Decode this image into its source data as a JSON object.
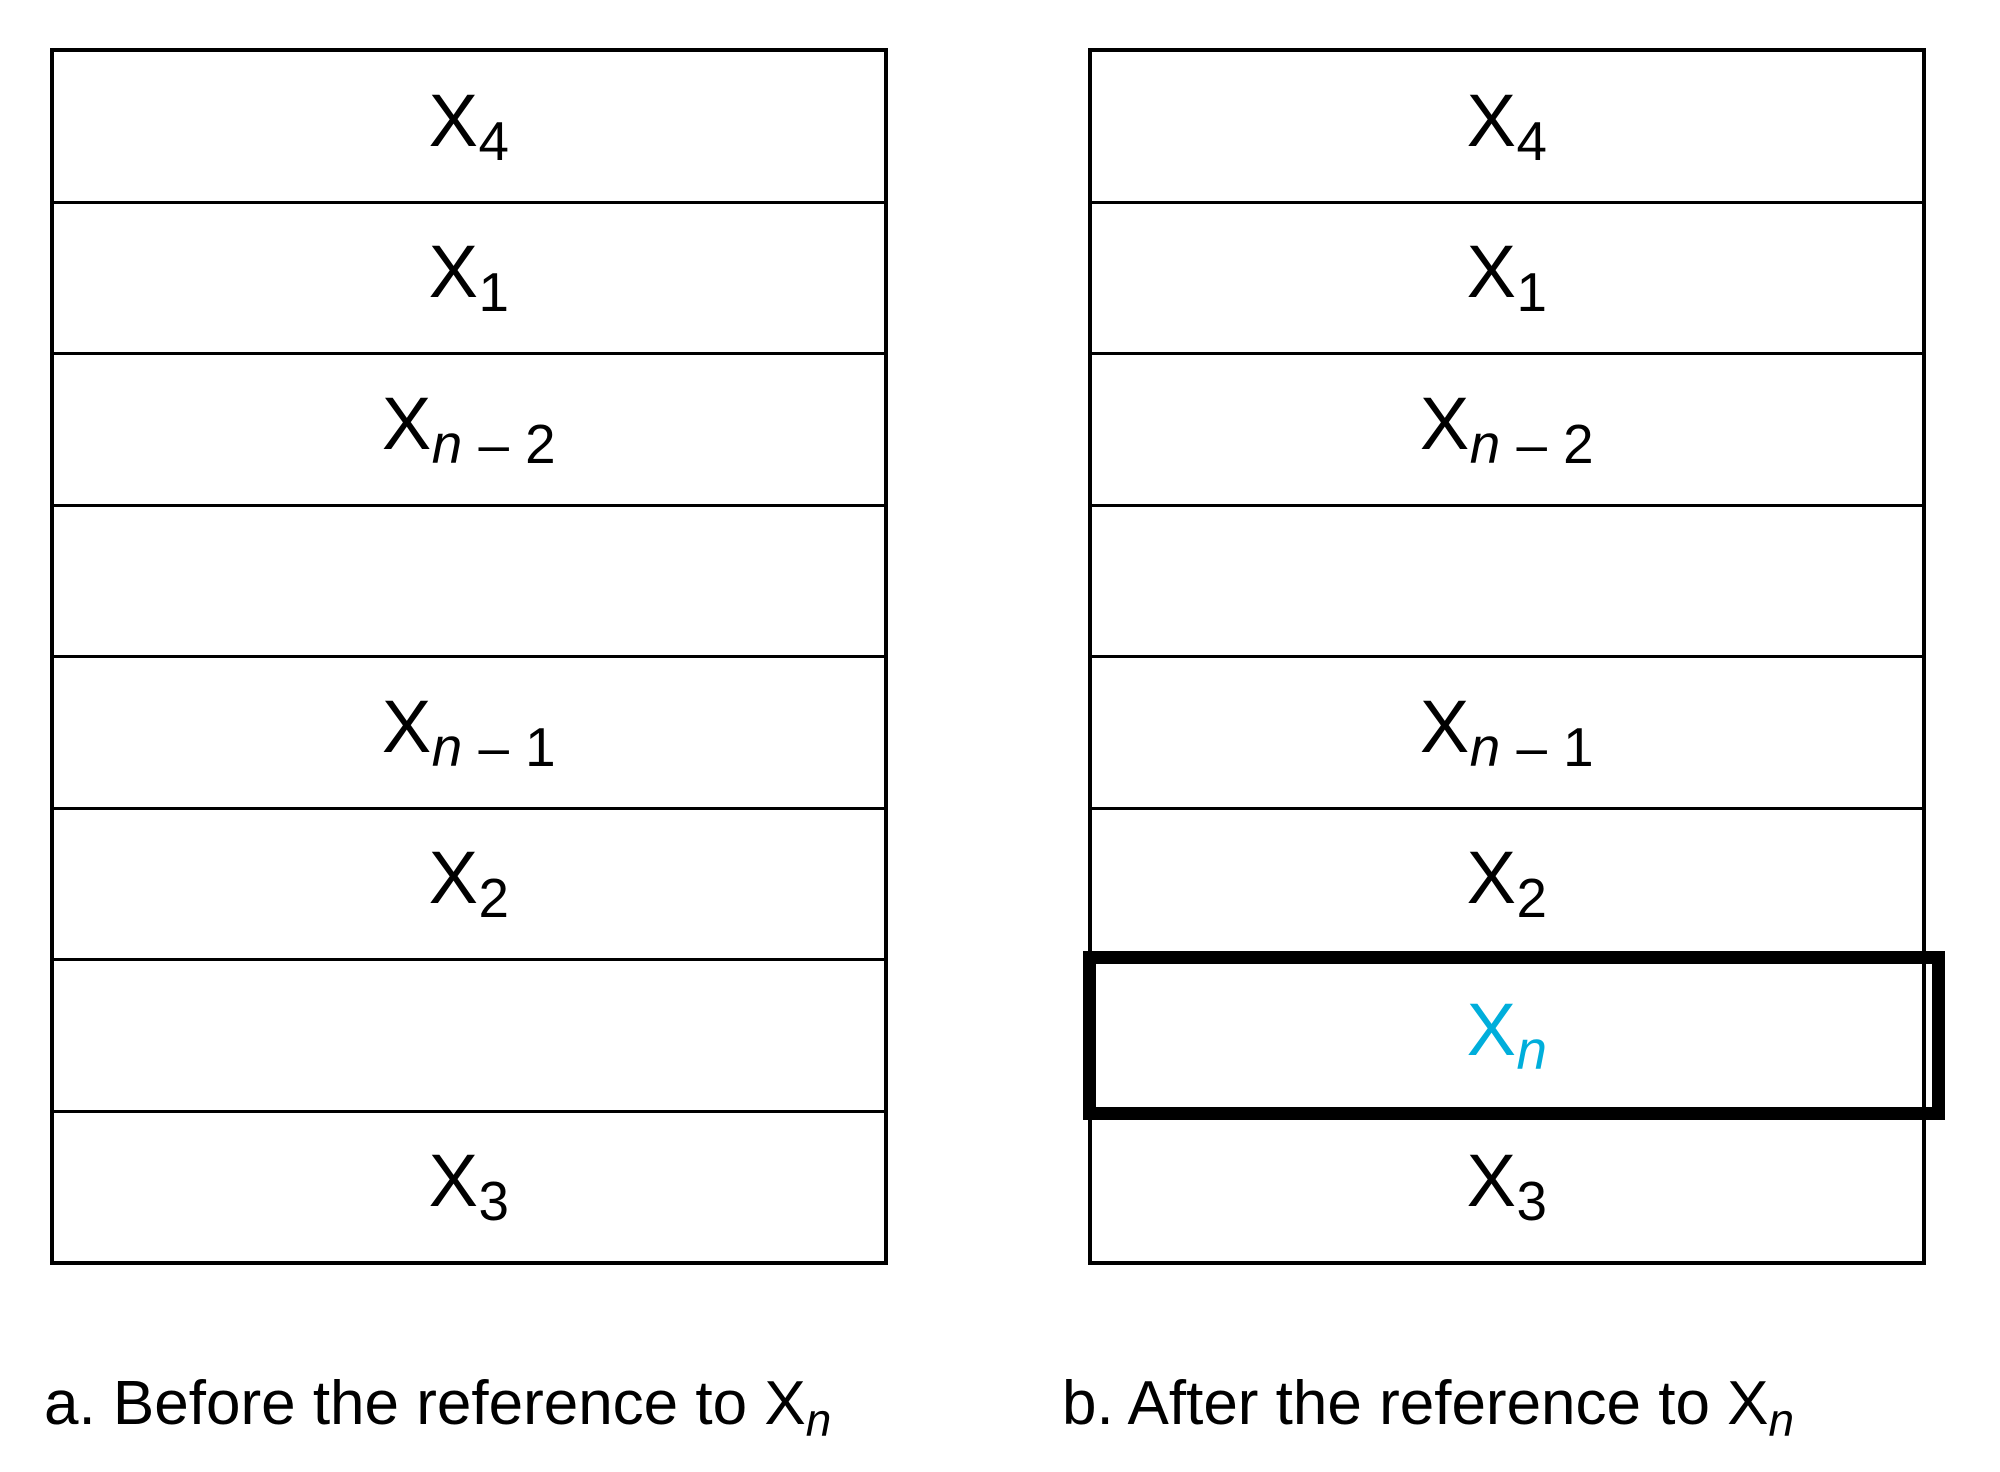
{
  "figure": {
    "type": "memory-stack-diagram",
    "accent_color": "#00AEDB",
    "line_color": "#000000",
    "background_color": "#ffffff"
  },
  "tables": [
    {
      "name": "before",
      "rows": [
        {
          "base": "X",
          "sub_italic": "",
          "sub_plain": "4"
        },
        {
          "base": "X",
          "sub_italic": "",
          "sub_plain": "1"
        },
        {
          "base": "X",
          "sub_italic": "n",
          "sub_plain": " – 2"
        },
        {
          "base": "",
          "sub_italic": "",
          "sub_plain": ""
        },
        {
          "base": "X",
          "sub_italic": "n",
          "sub_plain": " – 1"
        },
        {
          "base": "X",
          "sub_italic": "",
          "sub_plain": "2"
        },
        {
          "base": "",
          "sub_italic": "",
          "sub_plain": ""
        },
        {
          "base": "X",
          "sub_italic": "",
          "sub_plain": "3"
        }
      ],
      "caption": {
        "text": "a. Before the reference to X",
        "sub": "n"
      }
    },
    {
      "name": "after",
      "rows": [
        {
          "base": "X",
          "sub_italic": "",
          "sub_plain": "4"
        },
        {
          "base": "X",
          "sub_italic": "",
          "sub_plain": "1"
        },
        {
          "base": "X",
          "sub_italic": "n",
          "sub_plain": " – 2"
        },
        {
          "base": "",
          "sub_italic": "",
          "sub_plain": ""
        },
        {
          "base": "X",
          "sub_italic": "n",
          "sub_plain": " – 1"
        },
        {
          "base": "X",
          "sub_italic": "",
          "sub_plain": "2"
        },
        {
          "base": "X",
          "sub_italic": "n",
          "sub_plain": "",
          "highlighted": true
        },
        {
          "base": "X",
          "sub_italic": "",
          "sub_plain": "3"
        }
      ],
      "caption": {
        "text": "b. After the reference to X",
        "sub": "n"
      }
    }
  ]
}
